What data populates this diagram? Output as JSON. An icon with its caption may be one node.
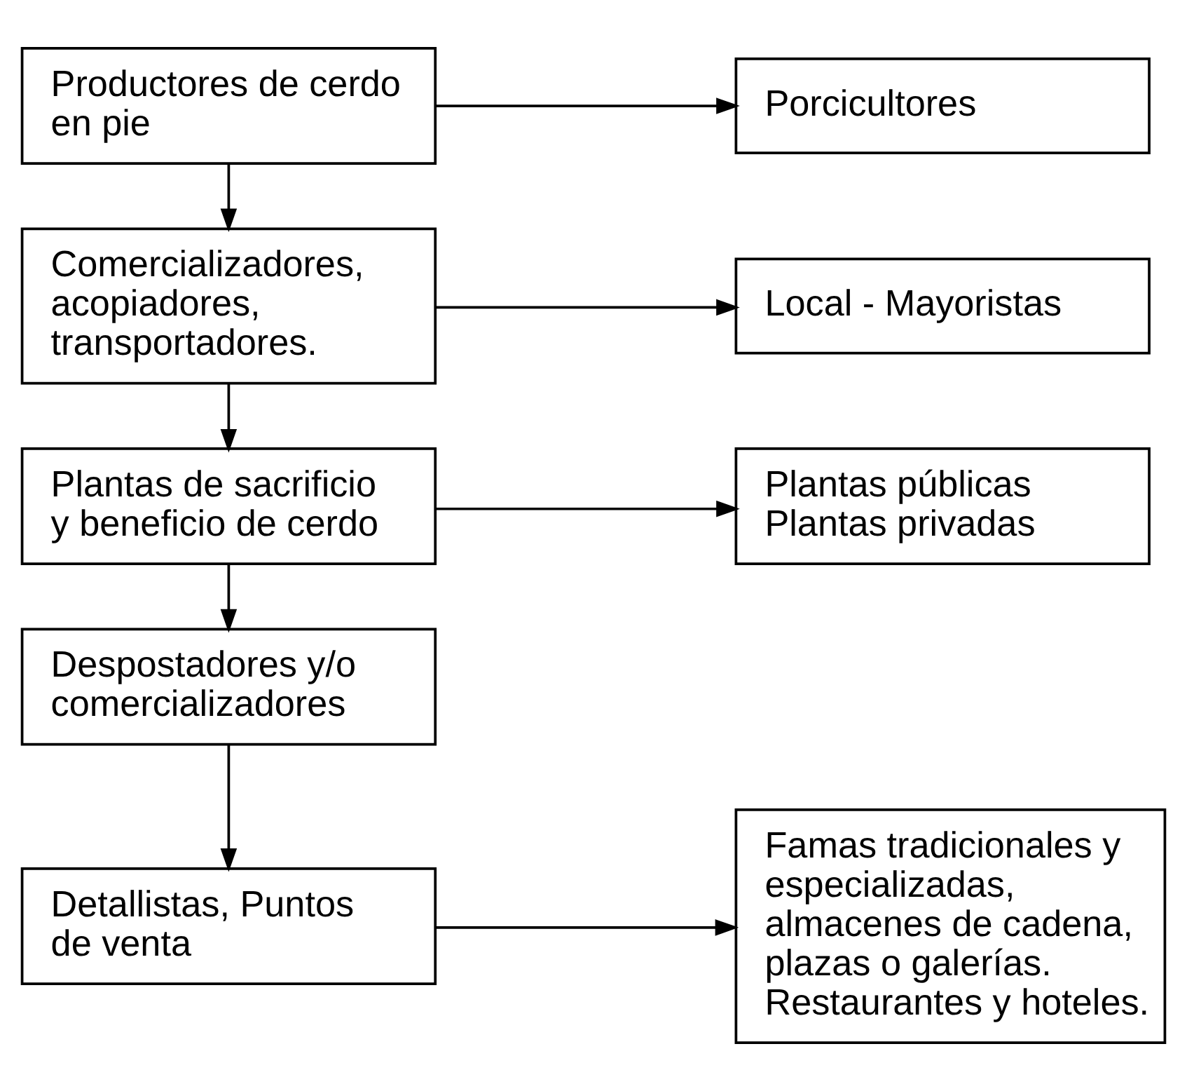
{
  "diagram": {
    "nodes": [
      {
        "text": [
          "Productores de cerdo en pie"
        ]
      },
      {
        "text": [
          "Porcicultores"
        ]
      },
      {
        "text": [
          "Comercializadores, acopiadores, transportadores."
        ]
      },
      {
        "text": [
          "Local - Mayoristas"
        ]
      },
      {
        "text": [
          "Plantas de sacrificio y beneficio de cerdo"
        ]
      },
      {
        "text": [
          "Plantas públicas",
          "Plantas privadas"
        ]
      },
      {
        "text": [
          "Despostadores y/o comercializadores"
        ]
      },
      {
        "text": [
          "Famas tradicionales y especializadas, almacenes de cadena, plazas o galerías. Restaurantes y hoteles."
        ]
      },
      {
        "text": [
          "Detallistas, Puntos de venta"
        ]
      }
    ],
    "edges": [
      {
        "from": 0,
        "to": 1,
        "arrow": "to"
      },
      {
        "from": 0,
        "to": 2,
        "arrow": "to"
      },
      {
        "from": 2,
        "to": 3,
        "arrow": "to"
      },
      {
        "from": 2,
        "to": 4,
        "arrow": "to"
      },
      {
        "from": 4,
        "to": 5,
        "arrow": "to"
      },
      {
        "from": 4,
        "to": 6,
        "arrow": "to"
      },
      {
        "from": 6,
        "to": 8,
        "arrow": "to"
      },
      {
        "from": 8,
        "to": 7,
        "arrow": "to"
      }
    ]
  }
}
